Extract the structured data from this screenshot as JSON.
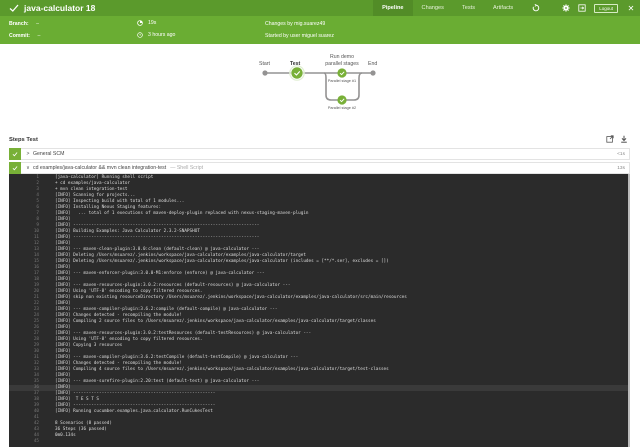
{
  "header": {
    "title": "java-calculator 18",
    "status_icon": "check-icon",
    "tabs": [
      {
        "label": "Pipeline",
        "active": true
      },
      {
        "label": "Changes",
        "active": false
      },
      {
        "label": "Tests",
        "active": false
      },
      {
        "label": "Artifacts",
        "active": false
      }
    ],
    "icons": [
      "rerun-icon",
      "gear-icon",
      "open-classic-icon"
    ],
    "logout_label": "Logout",
    "close_icon": "close-icon"
  },
  "meta": {
    "branch_label": "Branch:",
    "branch_value": "–",
    "commit_label": "Commit:",
    "commit_value": "–",
    "duration": "19s",
    "started_ago": "3 hours ago",
    "changes": "Changes by mig.suarez49",
    "started_by": "Started by user miguel suarez"
  },
  "graph": {
    "nodes": [
      {
        "label": "Start"
      },
      {
        "label": "Test",
        "bold": true
      },
      {
        "label": "Run demo parallel stages",
        "label_line1": "Run demo",
        "label_line2": "parallel stages"
      },
      {
        "label": "End"
      }
    ],
    "parallel": [
      "Parallel stage #1",
      "Parallel stage #2"
    ],
    "colors": {
      "success": "#78b037",
      "line": "#949393"
    }
  },
  "steps": {
    "title": "Steps Test",
    "icons": [
      "open-in-new-icon",
      "download-icon"
    ],
    "items": [
      {
        "label": "General SCM",
        "desc": "",
        "duration": "<1s",
        "expanded": false
      },
      {
        "label": "cd examples/java-calculator && mvn clean integration-test",
        "desc": "— Shell Script",
        "duration": "13s",
        "expanded": true
      }
    ]
  },
  "console": {
    "lines": [
      {
        "n": "1",
        "t": "[java-calculator] Running shell script"
      },
      {
        "n": "2",
        "t": "+ cd examples/java-calculator"
      },
      {
        "n": "3",
        "t": "+ mvn clean integration-test"
      },
      {
        "n": "4",
        "t": "[INFO] Scanning for projects..."
      },
      {
        "n": "5",
        "t": "[INFO] Inspecting build with total of 1 modules..."
      },
      {
        "n": "6",
        "t": "[INFO] Installing Nexus Staging features:"
      },
      {
        "n": "7",
        "t": "[INFO]   ... total of 1 executions of maven-deploy-plugin replaced with nexus-staging-maven-plugin"
      },
      {
        "n": "8",
        "t": "[INFO]"
      },
      {
        "n": "9",
        "t": "[INFO] ------------------------------------------------------------------------"
      },
      {
        "n": "10",
        "t": "[INFO] Building Examples: Java Calculator 2.3.2-SNAPSHOT"
      },
      {
        "n": "11",
        "t": "[INFO] ------------------------------------------------------------------------"
      },
      {
        "n": "12",
        "t": "[INFO]"
      },
      {
        "n": "13",
        "t": "[INFO] --- maven-clean-plugin:3.0.0:clean (default-clean) @ java-calculator ---"
      },
      {
        "n": "14",
        "t": "[INFO] Deleting /Users/msuarez/.jenkins/workspace/java-calculator/examples/java-calculator/target"
      },
      {
        "n": "15",
        "t": "[INFO] Deleting /Users/msuarez/.jenkins/workspace/java-calculator/examples/java-calculator (includes = [**/*.ser], excludes = [])"
      },
      {
        "n": "16",
        "t": "[INFO]"
      },
      {
        "n": "17",
        "t": "[INFO] --- maven-enforcer-plugin:3.0.0-M1:enforce (enforce) @ java-calculator ---"
      },
      {
        "n": "18",
        "t": "[INFO]"
      },
      {
        "n": "19",
        "t": "[INFO] --- maven-resources-plugin:3.0.2:resources (default-resources) @ java-calculator ---"
      },
      {
        "n": "20",
        "t": "[INFO] Using 'UTF-8' encoding to copy filtered resources."
      },
      {
        "n": "21",
        "t": "[INFO] skip non existing resourceDirectory /Users/msuarez/.jenkins/workspace/java-calculator/examples/java-calculator/src/main/resources"
      },
      {
        "n": "22",
        "t": "[INFO]"
      },
      {
        "n": "23",
        "t": "[INFO] --- maven-compiler-plugin:3.6.2:compile (default-compile) @ java-calculator ---"
      },
      {
        "n": "24",
        "t": "[INFO] Changes detected - recompiling the module!"
      },
      {
        "n": "25",
        "t": "[INFO] Compiling 2 source files to /Users/msuarez/.jenkins/workspace/java-calculator/examples/java-calculator/target/classes"
      },
      {
        "n": "26",
        "t": "[INFO]"
      },
      {
        "n": "27",
        "t": "[INFO] --- maven-resources-plugin:3.0.2:testResources (default-testResources) @ java-calculator ---"
      },
      {
        "n": "28",
        "t": "[INFO] Using 'UTF-8' encoding to copy filtered resources."
      },
      {
        "n": "29",
        "t": "[INFO] Copying 3 resources"
      },
      {
        "n": "30",
        "t": "[INFO]"
      },
      {
        "n": "31",
        "t": "[INFO] --- maven-compiler-plugin:3.6.2:testCompile (default-testCompile) @ java-calculator ---"
      },
      {
        "n": "32",
        "t": "[INFO] Changes detected - recompiling the module!"
      },
      {
        "n": "33",
        "t": "[INFO] Compiling 4 source files to /Users/msuarez/.jenkins/workspace/java-calculator/examples/java-calculator/target/test-classes"
      },
      {
        "n": "34",
        "t": "[INFO]"
      },
      {
        "n": "35",
        "t": "[INFO] --- maven-surefire-plugin:2.20:test (default-test) @ java-calculator ---"
      },
      {
        "n": "36",
        "t": "[INFO]",
        "highlight": true
      },
      {
        "n": "37",
        "t": "[INFO] -------------------------------------------------------"
      },
      {
        "n": "38",
        "t": "[INFO]  T E S T S"
      },
      {
        "n": "39",
        "t": "[INFO] -------------------------------------------------------"
      },
      {
        "n": "40",
        "t": "[INFO] Running cucumber.examples.java.calculator.RunCukesTest"
      },
      {
        "n": "41",
        "t": ""
      },
      {
        "n": "42",
        "t": "8 Scenarios (8 passed)"
      },
      {
        "n": "43",
        "t": "36 Steps (36 passed)"
      },
      {
        "n": "44",
        "t": "0m0.134s"
      },
      {
        "n": "45",
        "t": ""
      }
    ]
  },
  "colors": {
    "header_bg": "#5b9a2c",
    "meta_bg": "#6aad33",
    "active_tab_bg": "#528c27",
    "success": "#78b037",
    "console_bg": "#2b2b2b"
  }
}
